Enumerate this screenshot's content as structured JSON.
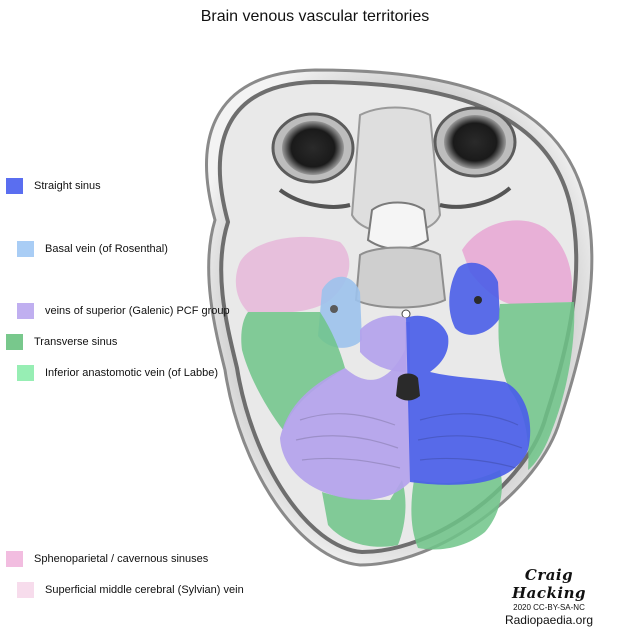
{
  "title": "Brain venous vascular territories",
  "legend": [
    {
      "label": "Straight sinus",
      "color": "#5a6ef0"
    },
    {
      "label": "Basal vein (of Rosenthal)",
      "color": "#a9cdf5"
    },
    {
      "label": "veins of superior (Galenic) PCF group",
      "color": "#c0aff0"
    },
    {
      "label": "Transverse sinus",
      "color": "#78c88c"
    },
    {
      "label": "Inferior anastomotic vein (of Labbe)",
      "color": "#97eeb4"
    },
    {
      "label": "Sphenoparietal / cavernous sinuses",
      "color": "#f2bde0"
    },
    {
      "label": "Superficial middle cerebral (Sylvian) vein",
      "color": "#f7dcec"
    }
  ],
  "credit": {
    "author": "Craig Hacking",
    "license": "2020 CC-BY-SA-NC",
    "site": "Radiopaedia.org"
  }
}
